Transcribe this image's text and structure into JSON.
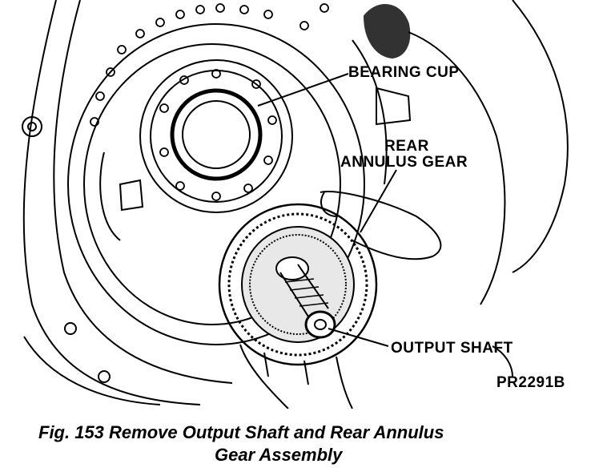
{
  "labels": {
    "bearing_cup": "BEARING CUP",
    "rear": "REAR",
    "annulus_gear": "ANNULUS GEAR",
    "output_shaft": "OUTPUT SHAFT",
    "figure_id": "PR2291B"
  },
  "caption": {
    "line1": "Fig. 153 Remove Output Shaft and Rear Annulus",
    "line2": "Gear Assembly"
  }
}
